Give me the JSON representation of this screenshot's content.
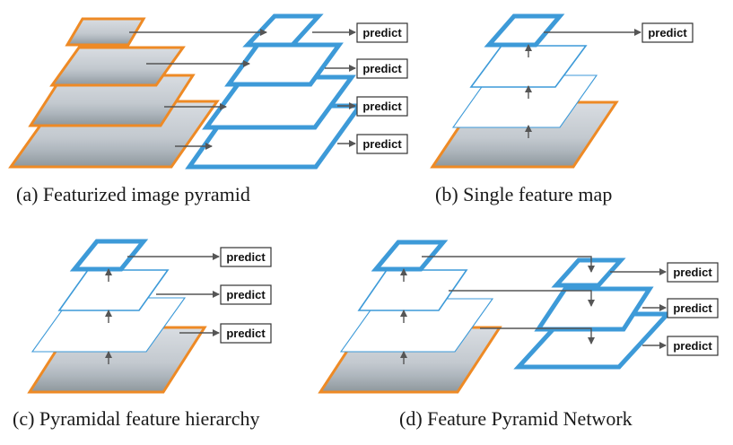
{
  "panels": {
    "a": {
      "caption": "(a) Featurized image pyramid",
      "predict_labels": [
        "predict",
        "predict",
        "predict",
        "predict"
      ]
    },
    "b": {
      "caption": "(b) Single feature map",
      "predict_labels": [
        "predict"
      ]
    },
    "c": {
      "caption": "(c) Pyramidal feature hierarchy",
      "predict_labels": [
        "predict",
        "predict",
        "predict"
      ]
    },
    "d": {
      "caption": "(d) Feature Pyramid Network",
      "predict_labels": [
        "predict",
        "predict",
        "predict"
      ]
    }
  },
  "colors": {
    "feature_map_border": "#3d9ad8",
    "image_border": "#ee8a25",
    "arrow": "#555555",
    "image_fill": "#c9d0d6"
  }
}
